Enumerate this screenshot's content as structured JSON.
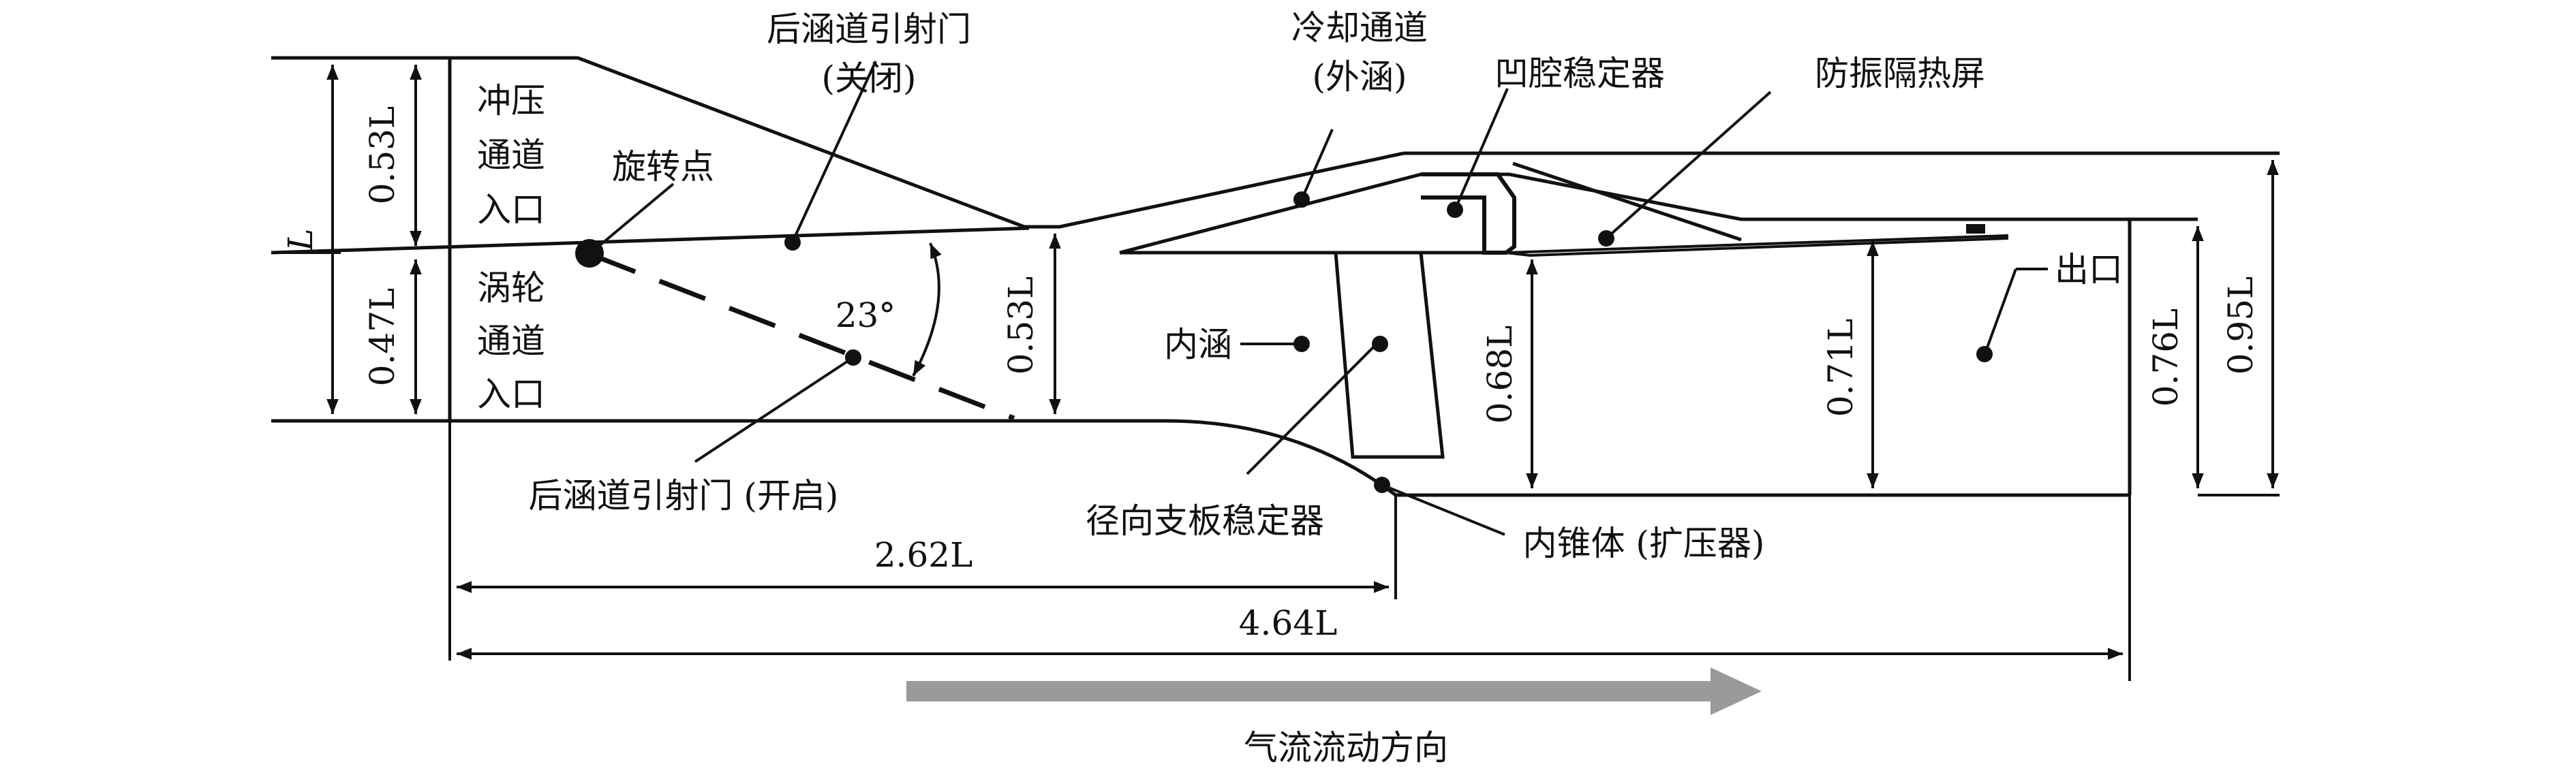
{
  "labels": {
    "rear_door_closed_1": "后涵道引射门",
    "rear_door_closed_2": "(关闭)",
    "cooling_1": "冷却通道",
    "cooling_2": "(外涵)",
    "cavity": "凹腔稳定器",
    "heat_shield": "防振隔热屏",
    "ram_1": "冲压",
    "ram_2": "通道",
    "ram_3": "入口",
    "pivot": "旋转点",
    "turbine_1": "涡轮",
    "turbine_2": "通道",
    "turbine_3": "入口",
    "angle": "23°",
    "inner_bypass": "内涵",
    "exit": "出口",
    "rear_door_open": "后涵道引射门 (开启)",
    "radial_stabilizer": "径向支板稳定器",
    "inner_cone": "内锥体 (扩压器)",
    "flow_direction": "气流流动方向"
  },
  "dimensions": {
    "total_height": "L",
    "ram_height": "0.53L",
    "turbine_height": "0.47L",
    "throat_height": "0.53L",
    "combustor_inner_height": "0.68L",
    "mid_height": "0.71L",
    "exit_height": "0.76L",
    "outer_height": "0.95L",
    "length_to_cone": "2.62L",
    "total_length": "4.64L"
  },
  "colors": {
    "line": "#111111",
    "arrow_fill": "#9a9a9a"
  }
}
